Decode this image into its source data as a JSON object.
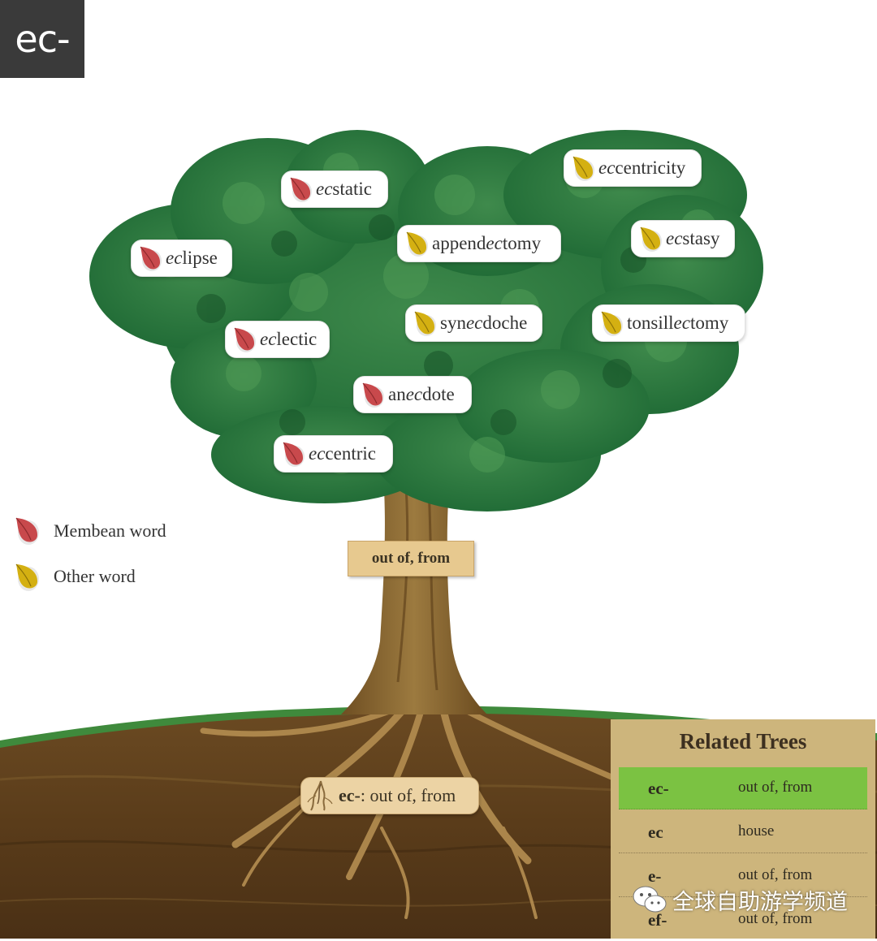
{
  "header": {
    "title": "ec-"
  },
  "words": [
    {
      "id": "ecstatic",
      "pre": "",
      "hl": "ec",
      "post": "static",
      "kind": "membean"
    },
    {
      "id": "eccentricity",
      "pre": "",
      "hl": "ec",
      "post": "centricity",
      "kind": "other"
    },
    {
      "id": "appendectomy",
      "pre": "append",
      "hl": "ec",
      "post": "tomy",
      "kind": "other"
    },
    {
      "id": "ecstasy",
      "pre": "",
      "hl": "ec",
      "post": "stasy",
      "kind": "other"
    },
    {
      "id": "eclipse",
      "pre": "",
      "hl": "ec",
      "post": "lipse",
      "kind": "membean"
    },
    {
      "id": "synecdoche",
      "pre": "syn",
      "hl": "ec",
      "post": "doche",
      "kind": "other"
    },
    {
      "id": "tonsillectomy",
      "pre": "tonsill",
      "hl": "ec",
      "post": "tomy",
      "kind": "other"
    },
    {
      "id": "eclectic",
      "pre": "",
      "hl": "ec",
      "post": "lectic",
      "kind": "membean"
    },
    {
      "id": "anecdote",
      "pre": "an",
      "hl": "ec",
      "post": "dote",
      "kind": "membean"
    },
    {
      "id": "eccentric",
      "pre": "",
      "hl": "ec",
      "post": "centric",
      "kind": "membean"
    }
  ],
  "legend": {
    "membean_label": "Membean word",
    "other_label": "Other word"
  },
  "trunk_label": "out of, from",
  "root": {
    "root_label": "ec-",
    "separator": ":",
    "meaning": " out of, from"
  },
  "related": {
    "title": "Related Trees",
    "rows": [
      {
        "root": "ec-",
        "meaning": "out of, from",
        "active": true
      },
      {
        "root": "ec",
        "meaning": "house",
        "active": false
      },
      {
        "root": "e-",
        "meaning": "out of, from",
        "active": false
      },
      {
        "root": "ef-",
        "meaning": "out of, from",
        "active": false
      }
    ]
  },
  "watermark": {
    "text": "全球自助游学频道",
    "icon": "wechat-icon"
  },
  "colors": {
    "membean_leaf": "#c8494c",
    "other_leaf": "#d4b012",
    "active_row": "#7bc242",
    "title_bg": "#3a3a3a"
  }
}
